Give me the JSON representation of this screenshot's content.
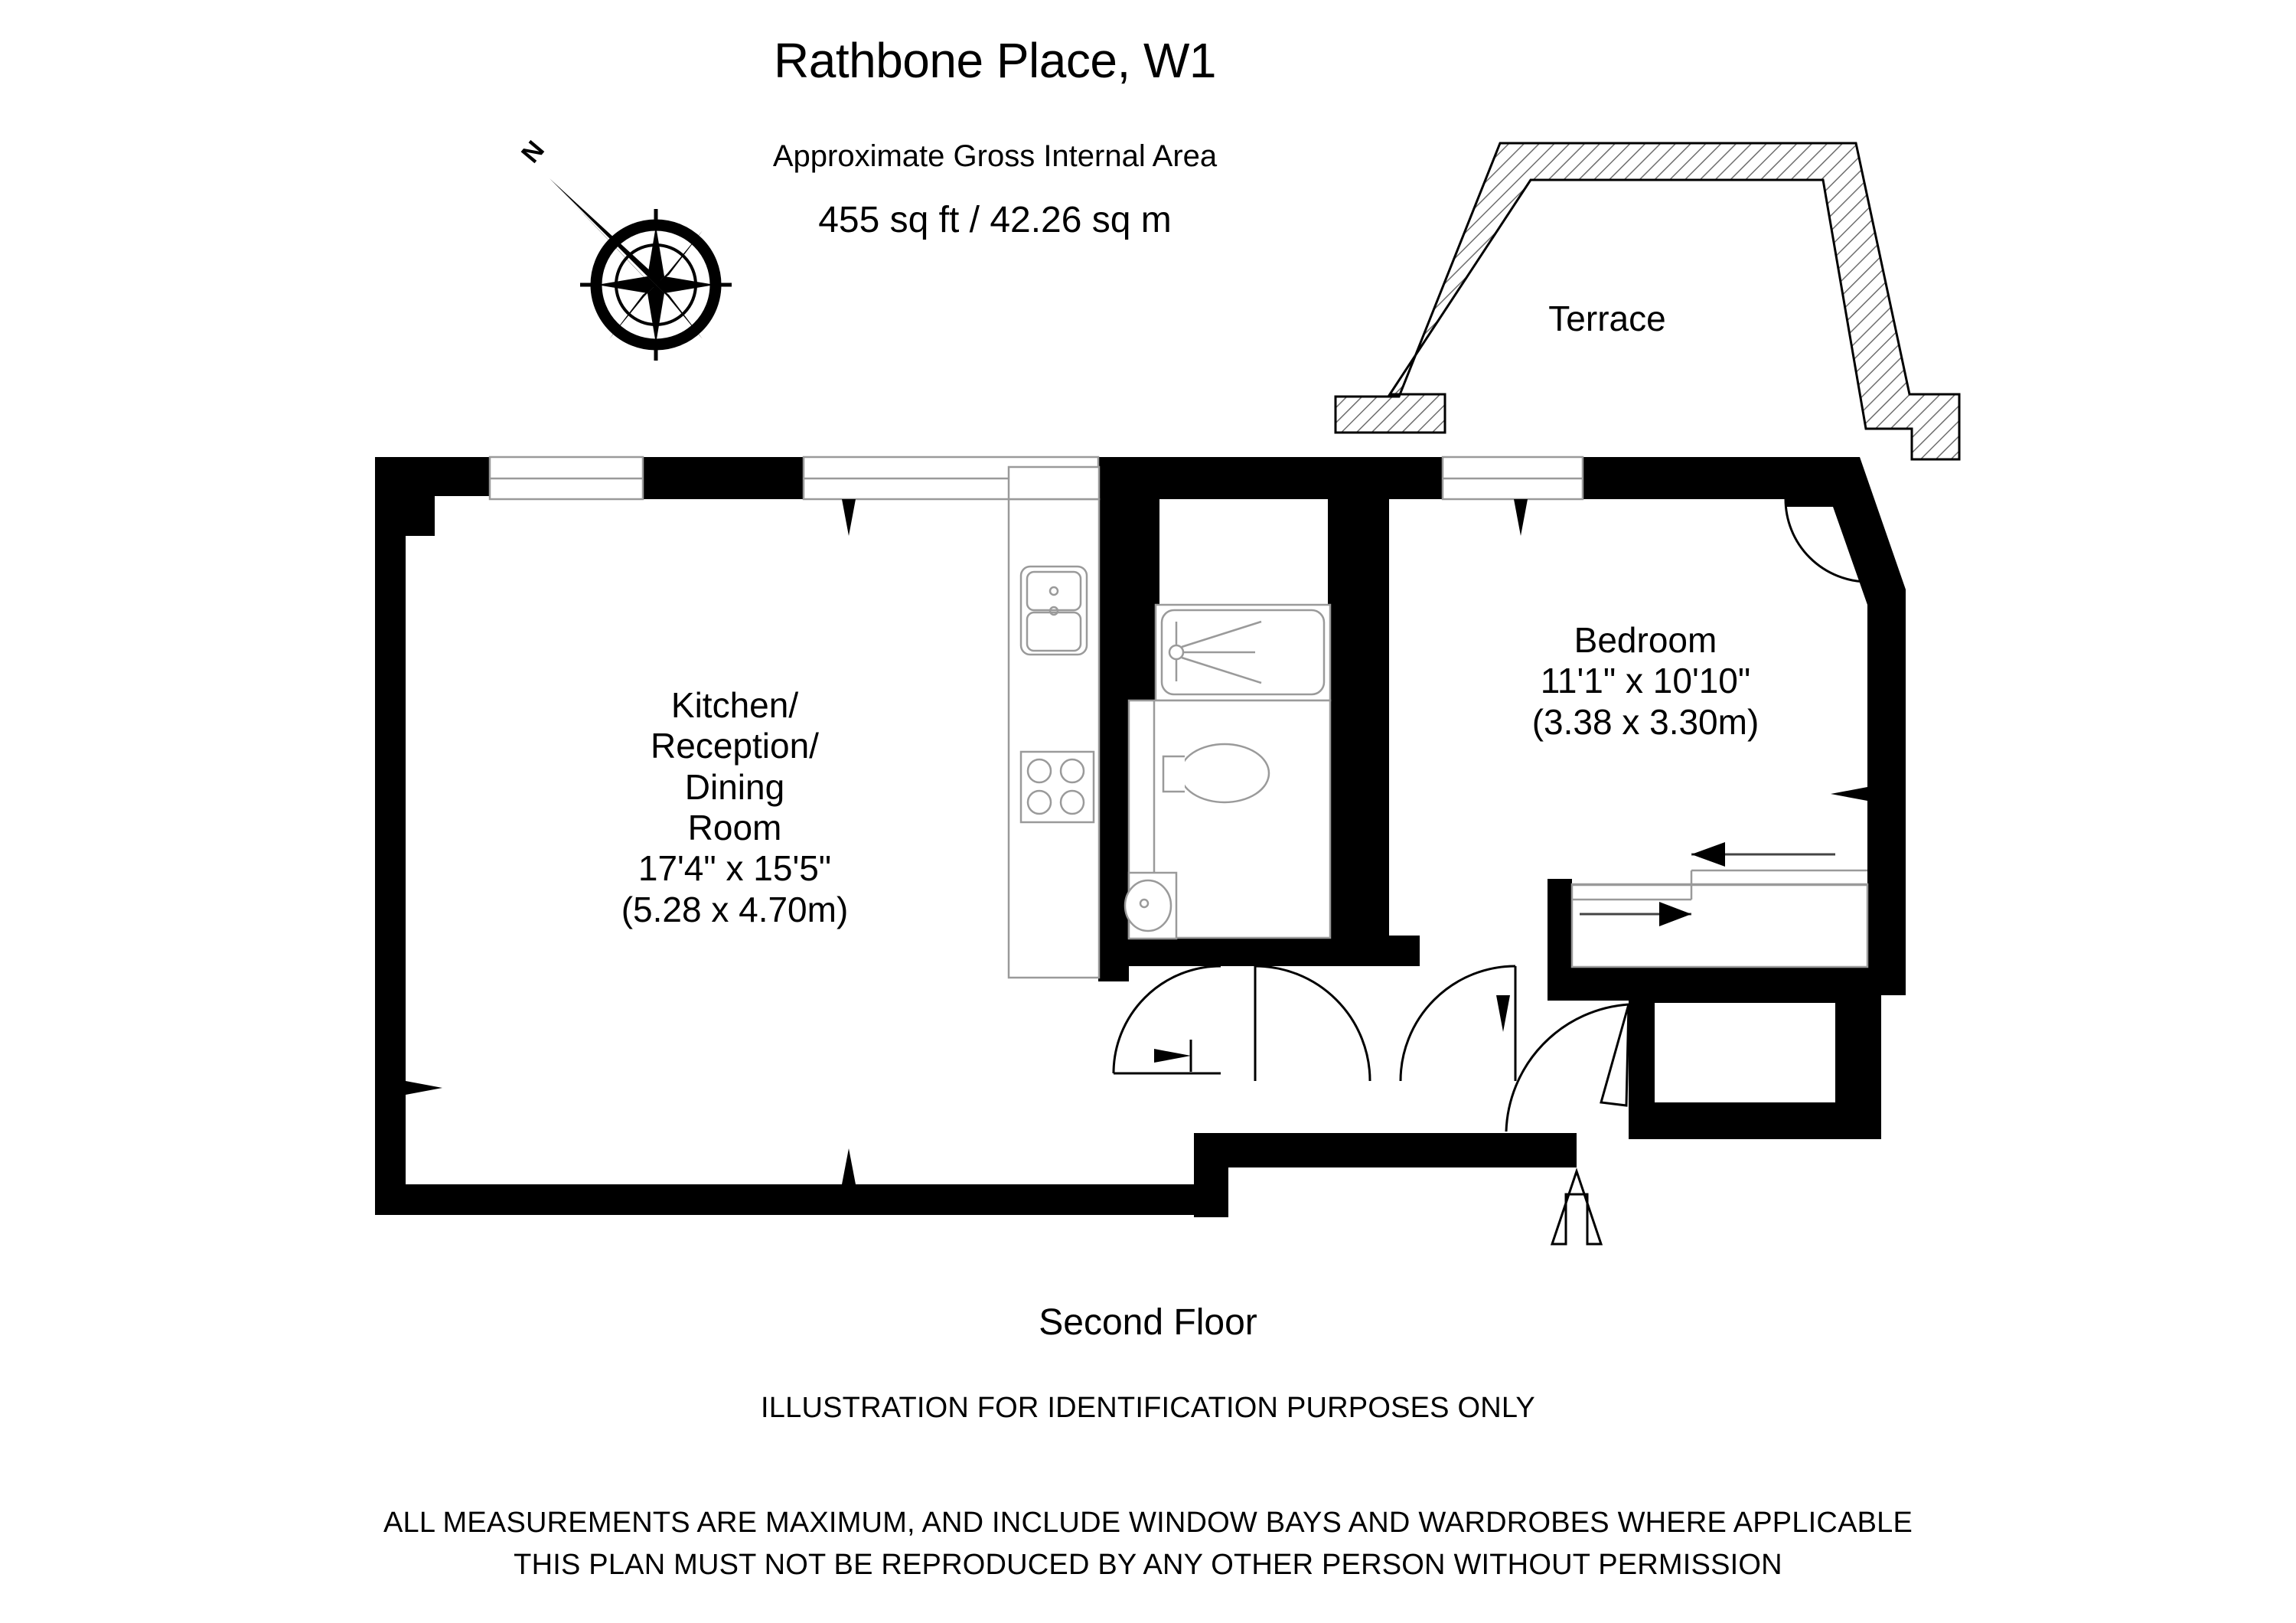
{
  "header": {
    "title": "Rathbone Place, W1",
    "area_label": "Approximate Gross Internal Area",
    "area_value": "455 sq ft  /  42.26 sq m"
  },
  "compass": {
    "north_label": "N",
    "icon": "compass-rose-icon"
  },
  "rooms": [
    {
      "id": "kitchen-reception-dining",
      "name": "Kitchen/\nReception/\nDining\nRoom",
      "dimensions_imperial": "17'4\" x 15'5\"",
      "dimensions_metric": "(5.28 x 4.70m)",
      "label": "Kitchen/\nReception/\nDining\nRoom\n17'4\" x 15'5\"\n(5.28 x 4.70m)"
    },
    {
      "id": "bedroom",
      "name": "Bedroom",
      "dimensions_imperial": "11'1\" x 10'10\"",
      "dimensions_metric": "(3.38 x 3.30m)",
      "label": "Bedroom\n11'1\" x 10'10\"\n(3.38 x 3.30m)"
    },
    {
      "id": "terrace",
      "name": "Terrace",
      "dimensions_imperial": "",
      "dimensions_metric": "",
      "label": "Terrace"
    }
  ],
  "fixtures": [
    {
      "id": "kitchen-sink",
      "name": "double-sink-icon"
    },
    {
      "id": "kitchen-hob",
      "name": "hob-icon"
    },
    {
      "id": "shower-tray",
      "name": "shower-icon"
    },
    {
      "id": "toilet",
      "name": "toilet-icon"
    },
    {
      "id": "wash-basin",
      "name": "basin-icon"
    },
    {
      "id": "wardrobe",
      "name": "sliding-wardrobe-icon"
    }
  ],
  "annotations": {
    "entrance_arrow": "entrance-arrow-icon",
    "measurement_arrows": 8,
    "door_swings": 4,
    "windows": 3
  },
  "footer": {
    "floor_name": "Second Floor",
    "disclaimer_1": "ILLUSTRATION FOR IDENTIFICATION PURPOSES ONLY",
    "disclaimer_2": "ALL MEASUREMENTS ARE MAXIMUM, AND INCLUDE WINDOW BAYS AND WARDROBES WHERE APPLICABLE",
    "disclaimer_3": "THIS PLAN MUST NOT BE REPRODUCED BY ANY OTHER PERSON WITHOUT PERMISSION"
  },
  "colors": {
    "wall": "#000000",
    "background": "#ffffff",
    "fixture_line": "#8a8a8a",
    "hatch_line": "#6e6e6e",
    "text": "#000000"
  }
}
